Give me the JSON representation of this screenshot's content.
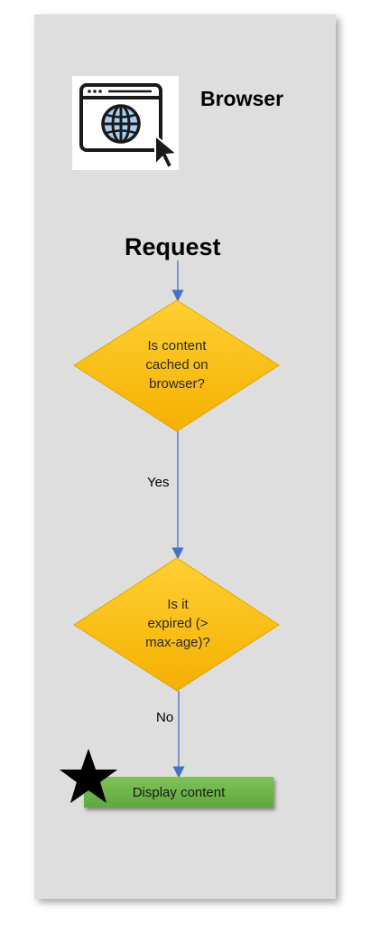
{
  "lane": {
    "title": "Browser",
    "icon": "browser-globe-cursor-icon"
  },
  "flow": {
    "start_label": "Request",
    "decision_1": "Is content\ncached on\nbrowser?",
    "edge_1_label": "Yes",
    "decision_2": "Is it\nexpired  (>\nmax-age)?",
    "edge_2_label": "No",
    "process_label": "Display content",
    "marker_icon": "star-icon"
  },
  "colors": {
    "lane_bg": "#dedede",
    "decision_fill": "#ffc000",
    "process_fill": "#6ab04c",
    "connector": "#4472c4"
  }
}
